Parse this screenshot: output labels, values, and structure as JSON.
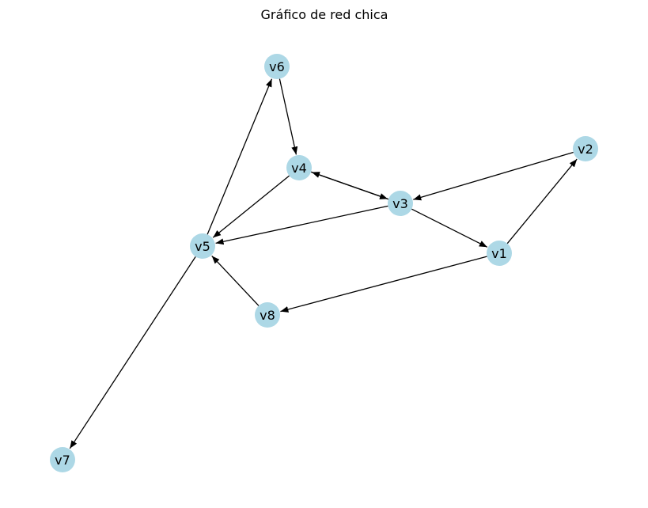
{
  "title": "Gráfico de red chica",
  "colors": {
    "node_fill": "#add8e6",
    "edge": "#000000",
    "background": "#ffffff",
    "text": "#000000"
  },
  "nodes": [
    {
      "id": "v1",
      "label": "v1"
    },
    {
      "id": "v2",
      "label": "v2"
    },
    {
      "id": "v3",
      "label": "v3"
    },
    {
      "id": "v4",
      "label": "v4"
    },
    {
      "id": "v5",
      "label": "v5"
    },
    {
      "id": "v6",
      "label": "v6"
    },
    {
      "id": "v7",
      "label": "v7"
    },
    {
      "id": "v8",
      "label": "v8"
    }
  ],
  "edges": [
    {
      "source": "v6",
      "target": "v4"
    },
    {
      "source": "v4",
      "target": "v3"
    },
    {
      "source": "v3",
      "target": "v4"
    },
    {
      "source": "v4",
      "target": "v5"
    },
    {
      "source": "v3",
      "target": "v5"
    },
    {
      "source": "v3",
      "target": "v1"
    },
    {
      "source": "v2",
      "target": "v3"
    },
    {
      "source": "v1",
      "target": "v2"
    },
    {
      "source": "v1",
      "target": "v8"
    },
    {
      "source": "v8",
      "target": "v5"
    },
    {
      "source": "v5",
      "target": "v6"
    },
    {
      "source": "v5",
      "target": "v7"
    }
  ]
}
